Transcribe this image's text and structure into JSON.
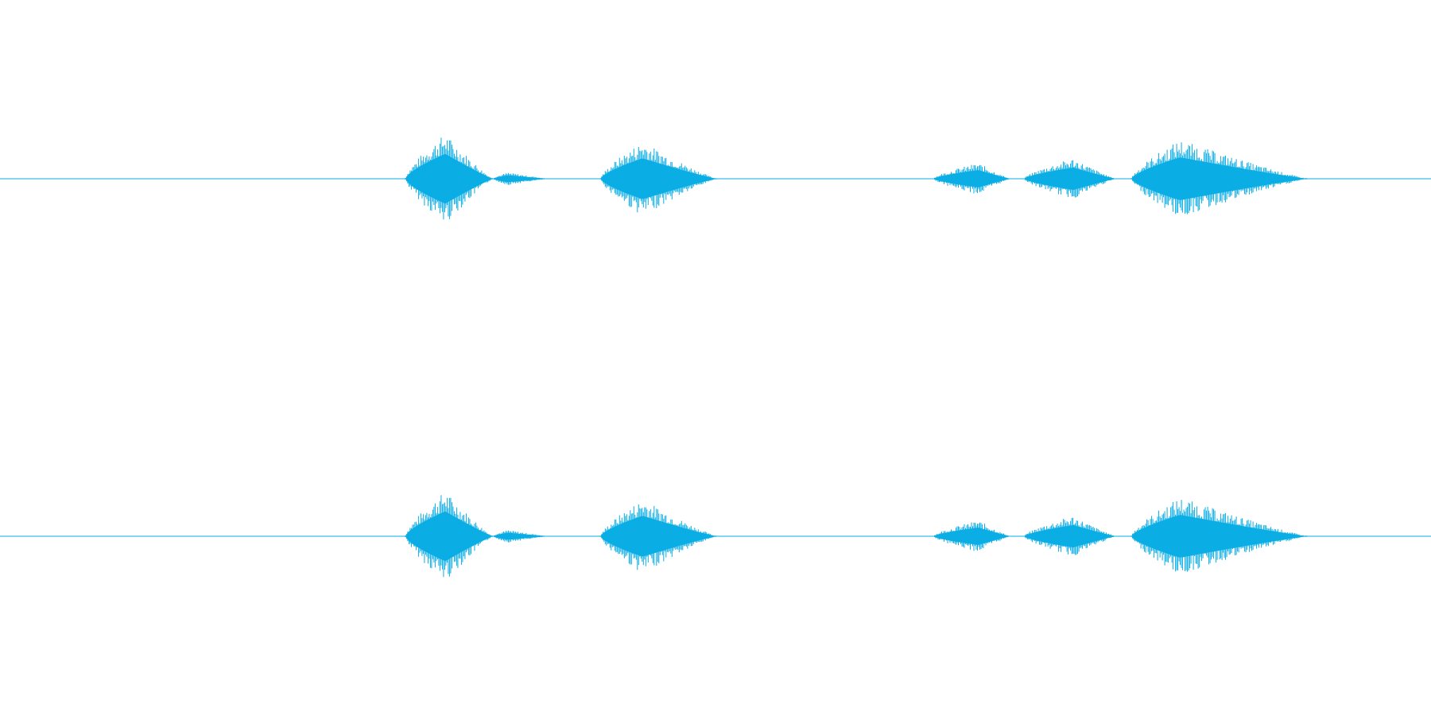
{
  "waveform": {
    "color": "#0aade4",
    "channels": 2,
    "duration_fraction_bursts": [
      {
        "start": 0.2833,
        "peak": 0.3112,
        "end": 0.3444,
        "amplitude": 1.0
      },
      {
        "start": 0.3444,
        "peak": 0.355,
        "end": 0.3837,
        "amplitude": 0.14
      },
      {
        "start": 0.4196,
        "peak": 0.449,
        "end": 0.5006,
        "amplitude": 0.82
      },
      {
        "start": 0.6522,
        "peak": 0.6837,
        "end": 0.706,
        "amplitude": 0.35
      },
      {
        "start": 0.7156,
        "peak": 0.75,
        "end": 0.7797,
        "amplitude": 0.45
      },
      {
        "start": 0.7906,
        "peak": 0.8246,
        "end": 0.9137,
        "amplitude": 0.86
      }
    ]
  }
}
